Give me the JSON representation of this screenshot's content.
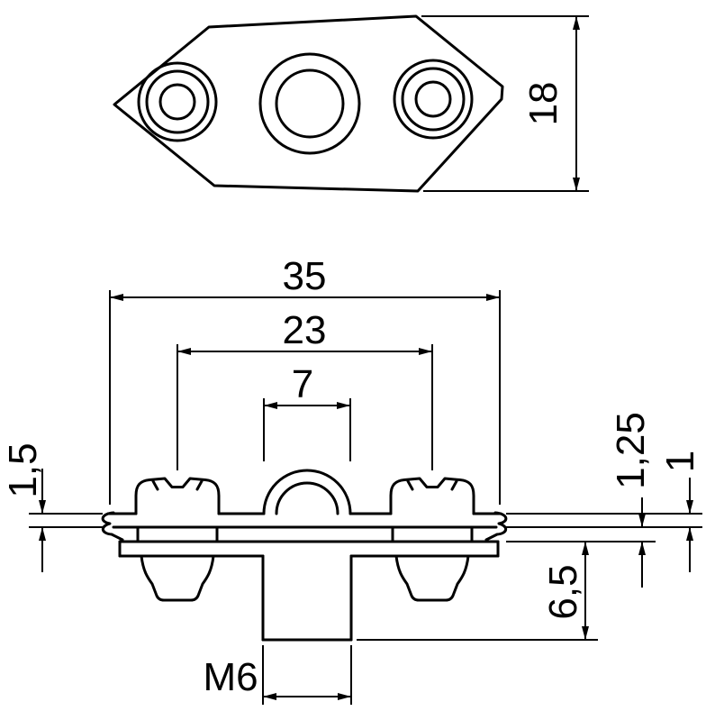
{
  "colors": {
    "line": "#000000",
    "background": "#ffffff"
  },
  "dimensions": {
    "plate_height": "18",
    "overall_width": "35",
    "fixing_distance": "23",
    "saddle_width": "7",
    "clip_thickness": "1,5",
    "plate_thickness": "1,25",
    "strap_thickness": "1",
    "stud_length": "6,5",
    "thread_size": "M6"
  }
}
